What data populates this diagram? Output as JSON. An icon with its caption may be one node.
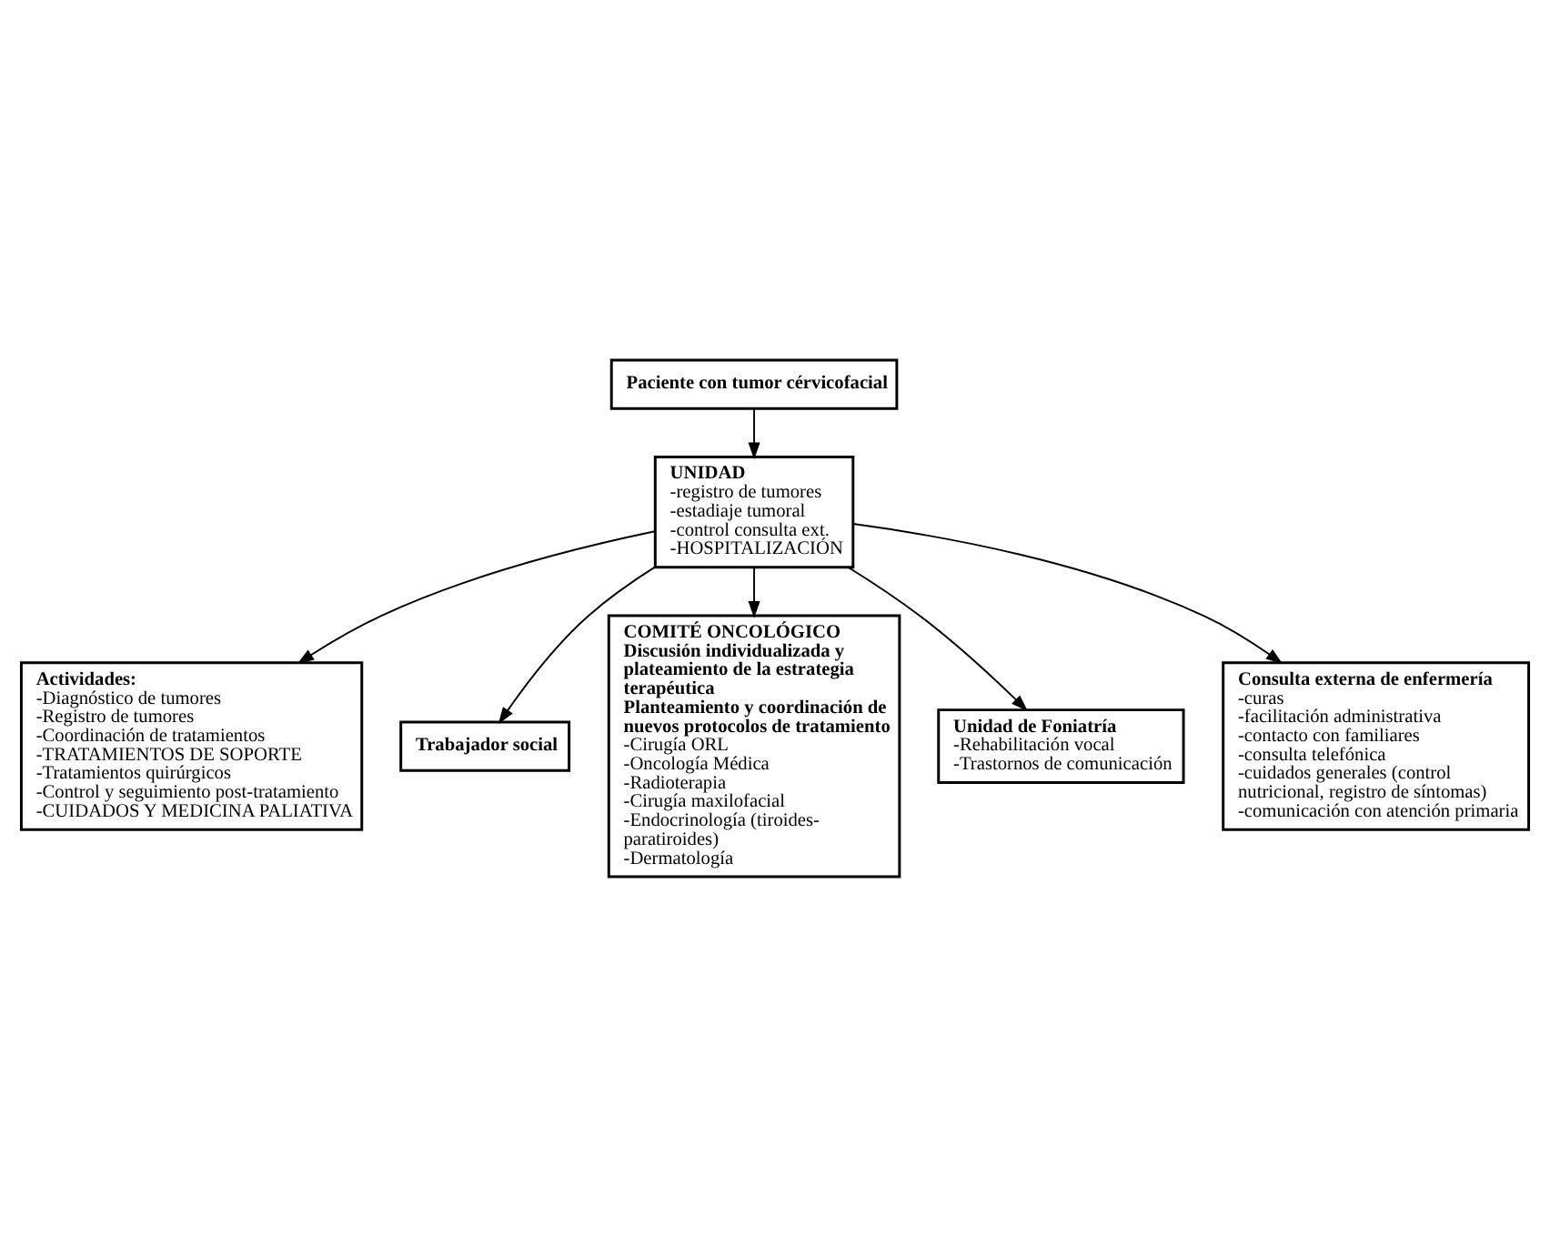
{
  "diagram": {
    "nodes": [
      {
        "text": [
          "Paciente con tumor cérvicofacial"
        ]
      },
      {
        "text": [
          "UNIDAD",
          "-registro de tumores",
          "-estadiaje tumoral",
          "-control consulta ext.",
          "-HOSPITALIZACIÓN"
        ]
      },
      {
        "text": [
          "Actividades:",
          "-Diagnóstico de tumores",
          "-Registro de tumores",
          "-Coordinación de tratamientos",
          "-TRATAMIENTOS DE SOPORTE",
          "-Tratamientos quirúrgicos",
          "-Control y seguimiento post-tratamiento",
          "-CUIDADOS Y MEDICINA PALIATIVA"
        ]
      },
      {
        "text": [
          "Trabajador social"
        ]
      },
      {
        "text": [
          "COMITÉ ONCOLÓGICO",
          "Discusión individualizada y plateamiento de la estrategia terapéutica",
          "Planteamiento y coordinación de nuevos protocolos de tratamiento",
          "-Cirugía ORL",
          "-Oncología Médica",
          "-Radioterapia",
          "-Cirugía maxilofacial",
          "-Endocrinología (tiroides-paratiroides)",
          "-Dermatología"
        ]
      },
      {
        "text": [
          "Unidad de Foniatría",
          "-Rehabilitación vocal",
          "-Trastornos de comunicación"
        ]
      },
      {
        "text": [
          "Consulta externa de enfermería",
          "-curas",
          "-facilitación administrativa",
          "-contacto con familiares",
          "-consulta telefónica",
          "-cuidados generales (control nutricional, registro de síntomas)",
          "-comunicación con atención primaria"
        ]
      }
    ],
    "edges": [
      {
        "from": 0,
        "to": 1,
        "arrow": "to"
      },
      {
        "from": 1,
        "to": 2,
        "arrow": "to"
      },
      {
        "from": 1,
        "to": 3,
        "arrow": "to"
      },
      {
        "from": 1,
        "to": 4,
        "arrow": "to"
      },
      {
        "from": 1,
        "to": 5,
        "arrow": "to"
      },
      {
        "from": 1,
        "to": 6,
        "arrow": "to"
      }
    ]
  }
}
